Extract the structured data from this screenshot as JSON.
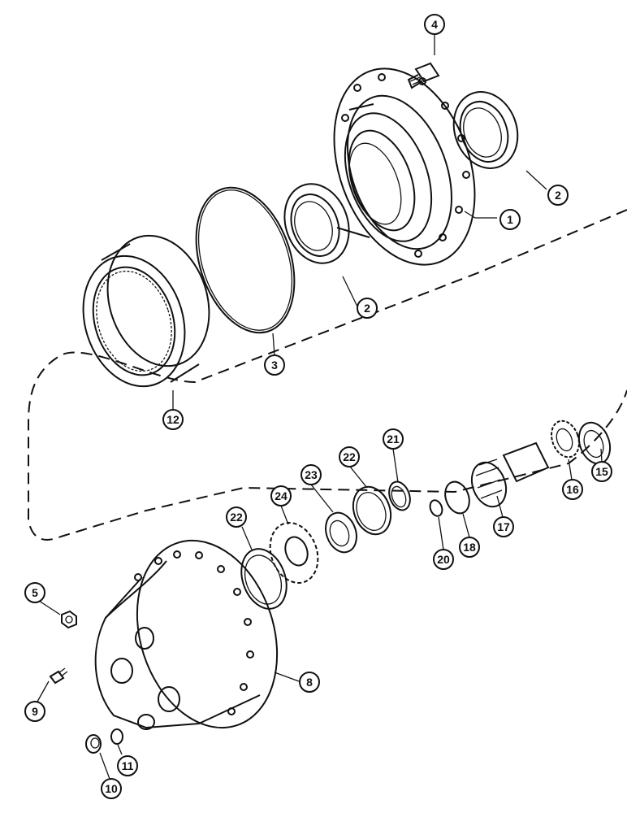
{
  "callouts": [
    {
      "id": "c1",
      "label": "1"
    },
    {
      "id": "c2a",
      "label": "2"
    },
    {
      "id": "c2b",
      "label": "2"
    },
    {
      "id": "c3",
      "label": "3"
    },
    {
      "id": "c4",
      "label": "4"
    },
    {
      "id": "c5",
      "label": "5"
    },
    {
      "id": "c8",
      "label": "8"
    },
    {
      "id": "c9",
      "label": "9"
    },
    {
      "id": "c10",
      "label": "10"
    },
    {
      "id": "c11",
      "label": "11"
    },
    {
      "id": "c12",
      "label": "12"
    },
    {
      "id": "c15",
      "label": "15"
    },
    {
      "id": "c16",
      "label": "16"
    },
    {
      "id": "c17",
      "label": "17"
    },
    {
      "id": "c18",
      "label": "18"
    },
    {
      "id": "c20",
      "label": "20"
    },
    {
      "id": "c21",
      "label": "21"
    },
    {
      "id": "c22a",
      "label": "22"
    },
    {
      "id": "c22b",
      "label": "22"
    },
    {
      "id": "c23",
      "label": "23"
    },
    {
      "id": "c24",
      "label": "24"
    }
  ]
}
